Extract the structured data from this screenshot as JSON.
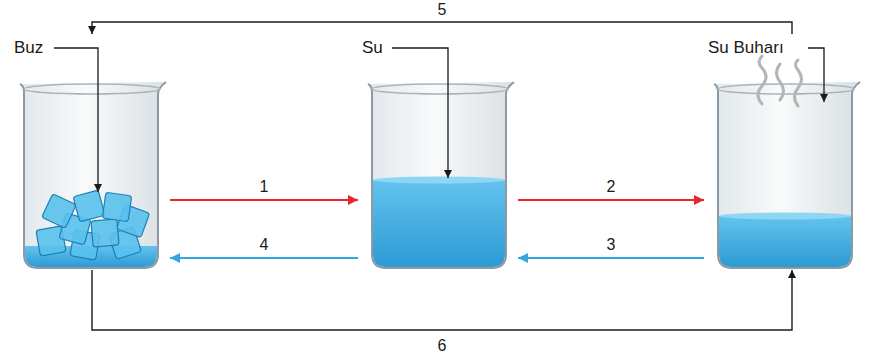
{
  "diagram": {
    "nodes": [
      {
        "text": [
          "Buz"
        ]
      },
      {
        "text": [
          "Su"
        ]
      },
      {
        "text": [
          "Su Buharı"
        ]
      }
    ],
    "edges": [
      {
        "from": 0,
        "to": 1,
        "arrow": "to",
        "label": "1"
      },
      {
        "from": 1,
        "to": 2,
        "arrow": "to",
        "label": "2"
      },
      {
        "from": 2,
        "to": 1,
        "arrow": "to",
        "label": "3"
      },
      {
        "from": 1,
        "to": 0,
        "arrow": "to",
        "label": "4"
      },
      {
        "from": 2,
        "to": 0,
        "arrow": "to",
        "label": "5"
      },
      {
        "from": 0,
        "to": 2,
        "arrow": "to",
        "label": "6"
      }
    ]
  }
}
